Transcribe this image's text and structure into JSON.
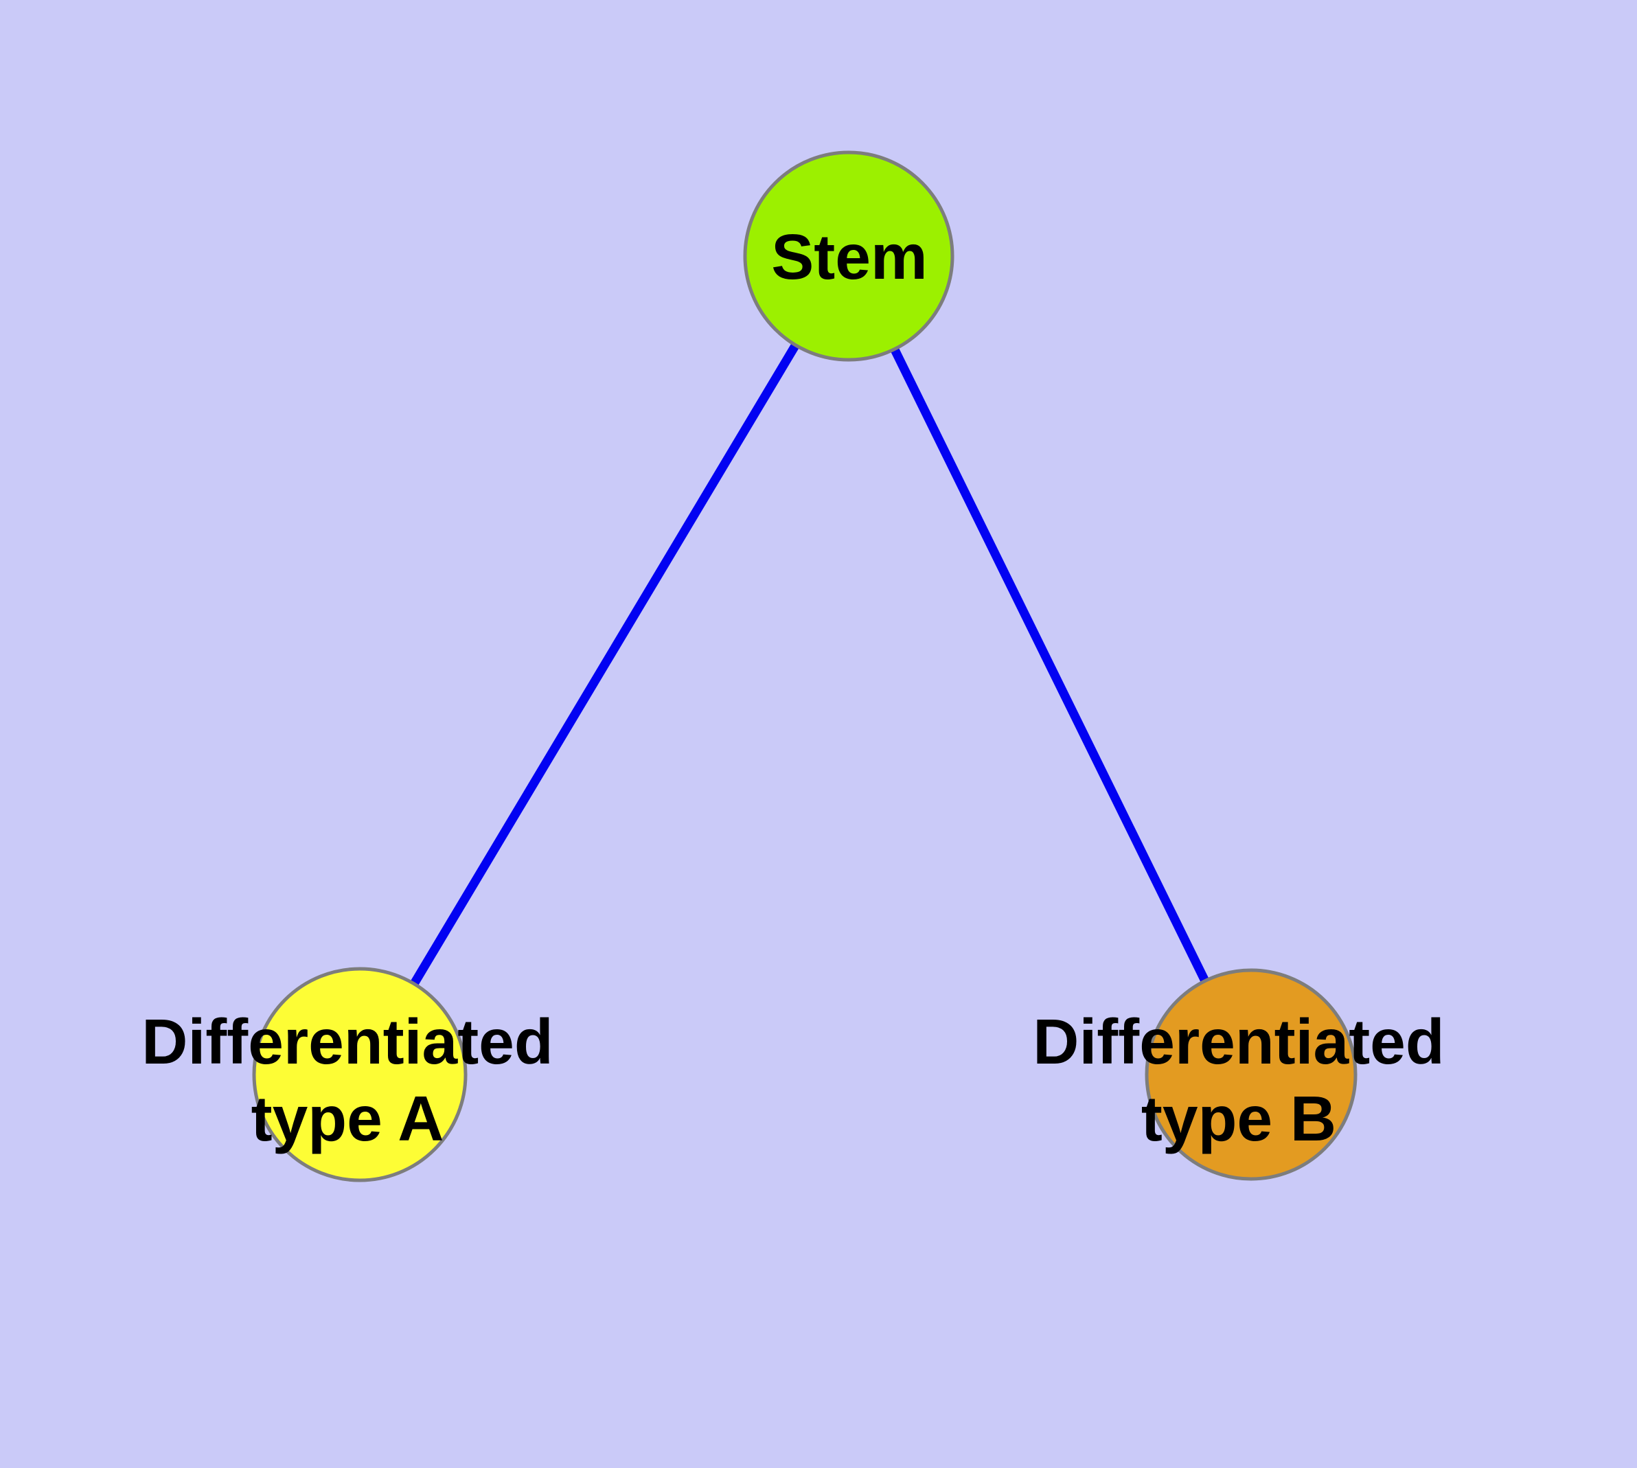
{
  "canvas": {
    "background": "#cacaf8"
  },
  "graph": {
    "nodes": [
      {
        "id": "stem",
        "label": "Stem",
        "fill": "#9cf000",
        "border": "#7d7d7d",
        "text_color": "#000000"
      },
      {
        "id": "differentiated-type-a",
        "label": "Differentiated type A",
        "label_line1": "Differentiated",
        "label_line2": "type A",
        "fill": "#fdfd35",
        "border": "#7d7d7d",
        "text_color": "#000000"
      },
      {
        "id": "differentiated-type-b",
        "label": "Differentiated type B",
        "label_line1": "Differentiated",
        "label_line2": "type B",
        "fill": "#e39b21",
        "border": "#7d7d7d",
        "text_color": "#000000"
      }
    ],
    "edges": [
      {
        "source": "Stem",
        "target": "Differentiated type A",
        "color": "#0202f2"
      },
      {
        "source": "Stem",
        "target": "Differentiated type B",
        "color": "#0202f2"
      }
    ]
  }
}
